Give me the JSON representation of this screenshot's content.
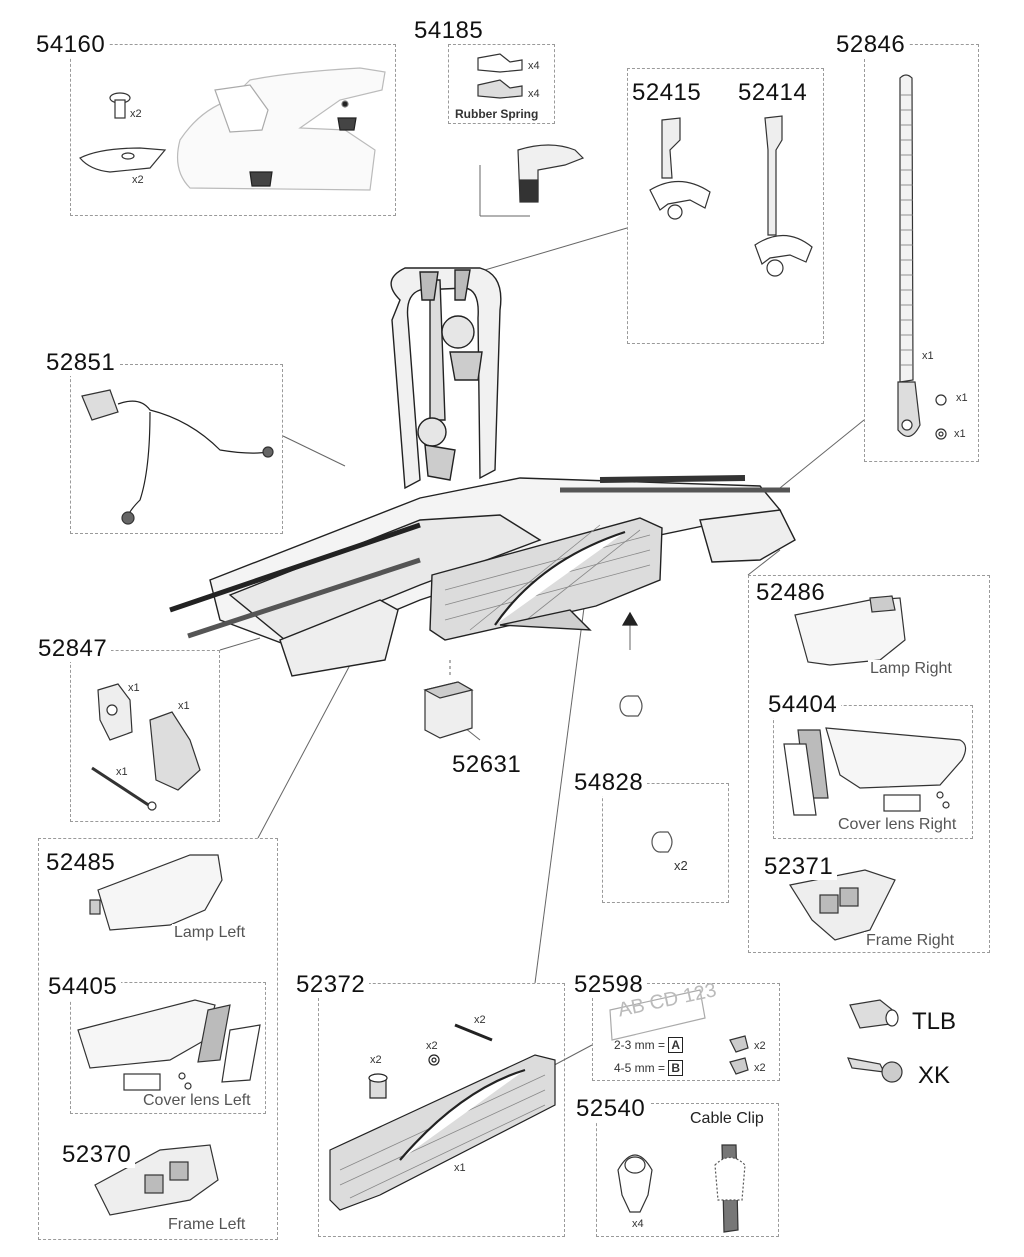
{
  "parts": {
    "p54160": "54160",
    "p54185": "54185",
    "p52846": "52846",
    "p52415": "52415",
    "p52414": "52414",
    "p52851": "52851",
    "p52486": "52486",
    "p52847": "52847",
    "p54404": "54404",
    "p52631": "52631",
    "p54828": "54828",
    "p52485": "52485",
    "p52371": "52371",
    "p54405": "54405",
    "p52372": "52372",
    "p52598": "52598",
    "p52540": "52540",
    "p52370": "52370",
    "tlb": "TLB",
    "xk": "XK"
  },
  "captions": {
    "rubber_spring": "Rubber Spring",
    "lamp_right": "Lamp Right",
    "cover_lens_right": "Cover lens Right",
    "frame_right": "Frame Right",
    "lamp_left": "Lamp Left",
    "cover_lens_left": "Cover lens Left",
    "frame_left": "Frame Left",
    "cable_clip": "Cable Clip",
    "plate_text": "AB CD 123",
    "spacer_a": "2-3 mm =",
    "spacer_b": "4-5 mm =",
    "letter_a": "A",
    "letter_b": "B"
  },
  "quantities": {
    "x1": "x1",
    "x2": "x2",
    "x4": "x4"
  }
}
